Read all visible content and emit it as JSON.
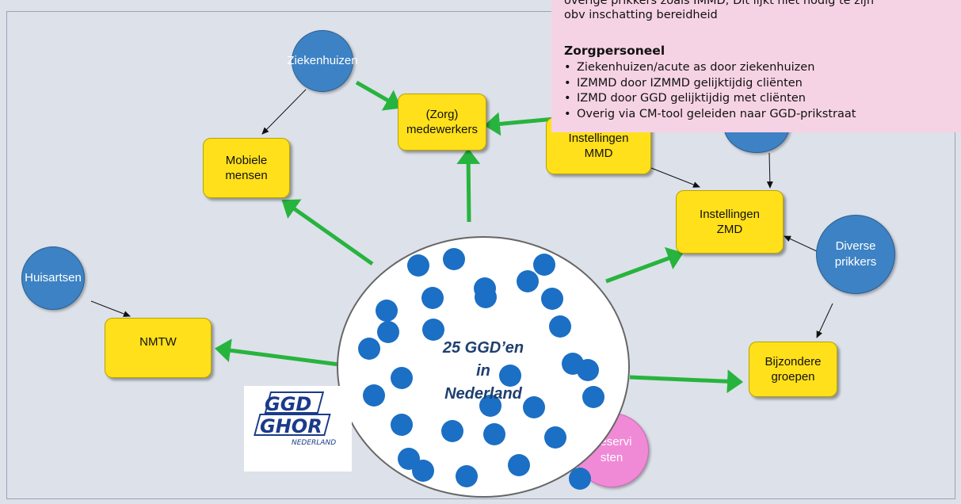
{
  "note": {
    "line_cut_1": "overige prikkers zoals IMMD; Dit lijkt niet nodig te zijn",
    "line_cut_2": "obv inschatting bereidheid",
    "heading": "Zorgpersoneel",
    "bullets": [
      "Ziekenhuizen/acute as door ziekenhuizen",
      "IZMMD door IZMMD gelijktijdig cliënten",
      "IZMD door GGD gelijktijdig met cliënten",
      "Overig via CM-tool geleiden naar GGD-prikstraat"
    ]
  },
  "hub": {
    "label": "25 GGD’en\nin\nNederland"
  },
  "boxes": {
    "zorg_medewerkers": "(Zorg)\nmedewerkers",
    "mobiele_mensen": "Mobiele\nmensen",
    "instellingen_mmd": "Instellingen\nMMD",
    "instellingen_zmd": "Instellingen\nZMD",
    "nmtw": "NMTW",
    "bijzondere_groepen": "Bijzondere\ngroepen"
  },
  "circles": {
    "ziekenhuizen": "Ziekenhuizen",
    "huisartsen": "Huisartsen",
    "diverse_prikkers": "Diverse\nprikkers",
    "reservisten": "Reservi\nsten",
    "hidden_top_right": ""
  },
  "logo": {
    "line1": "GGD",
    "line2": "GHOR",
    "line3": "NEDERLAND"
  },
  "colors": {
    "background": "#dde1ea",
    "box_fill": "#ffe01a",
    "circle_fill": "#3d82c4",
    "reservist_fill": "#f08ad6",
    "green_arrow": "#27b43e",
    "note_fill": "#f6d3e4",
    "hub_dot": "#1b6fc4"
  }
}
